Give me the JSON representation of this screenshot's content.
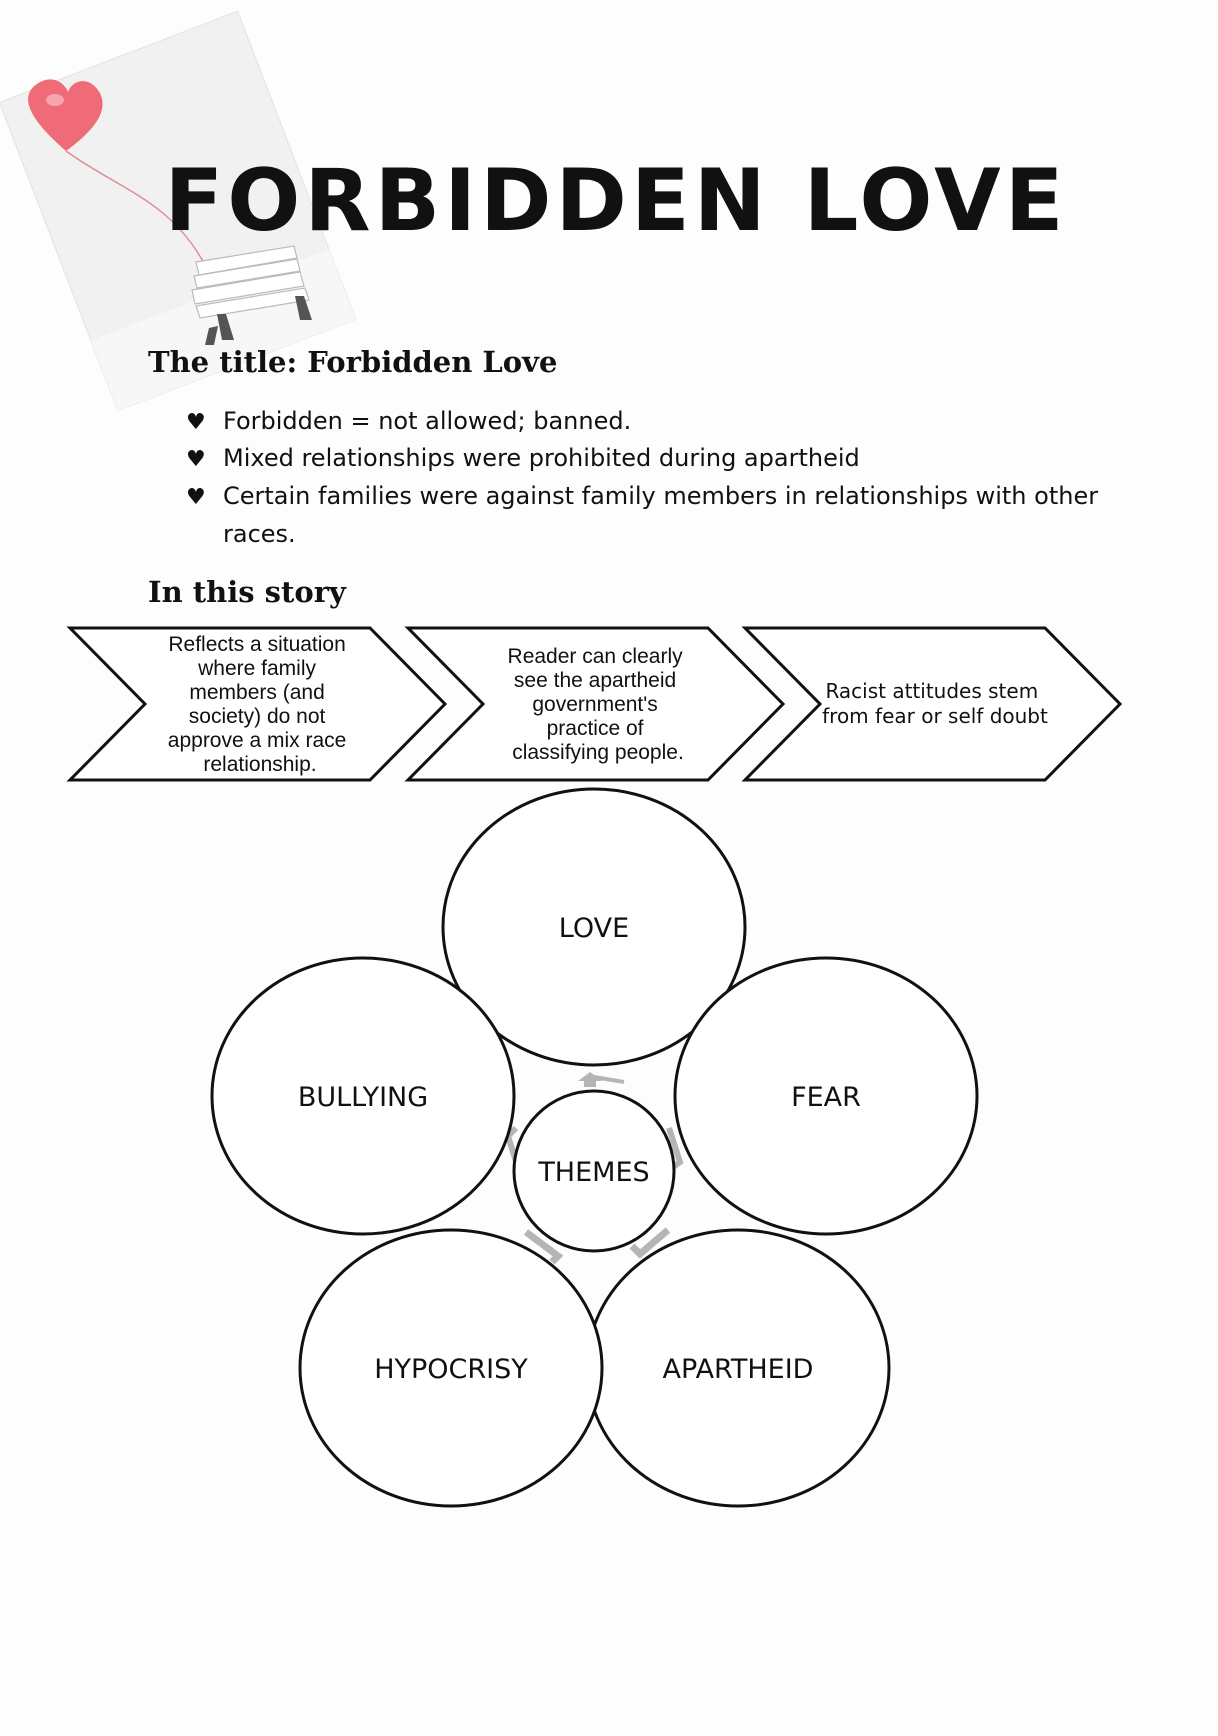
{
  "title": "FORBIDDEN LOVE",
  "title_section": {
    "heading": "The title: Forbidden Love",
    "bullets": [
      "Forbidden = not allowed; banned.",
      "Mixed relationships were prohibited during apartheid",
      "Certain families were against family members in relationships with other",
      "races."
    ]
  },
  "story_section": {
    "heading": "In this story",
    "chevrons": [
      {
        "lines": [
          "Reflects a situation",
          "where family",
          "members (and",
          "society) do not",
          "approve a mix race",
          "relationship."
        ]
      },
      {
        "lines": [
          "Reader can clearly",
          "see the apartheid",
          "government's",
          "practice of",
          "classifying people."
        ]
      },
      {
        "lines": [
          "Racist attitudes stem",
          "from fear or self doubt"
        ]
      }
    ]
  },
  "themes": {
    "center": "THEMES",
    "items": [
      "LOVE",
      "FEAR",
      "APARTHEID",
      "HYPOCRISY",
      "BULLYING"
    ]
  },
  "colors": {
    "balloon": "#ef6b77",
    "arrow_gray": "#b5b5b5",
    "stroke": "#111111"
  }
}
